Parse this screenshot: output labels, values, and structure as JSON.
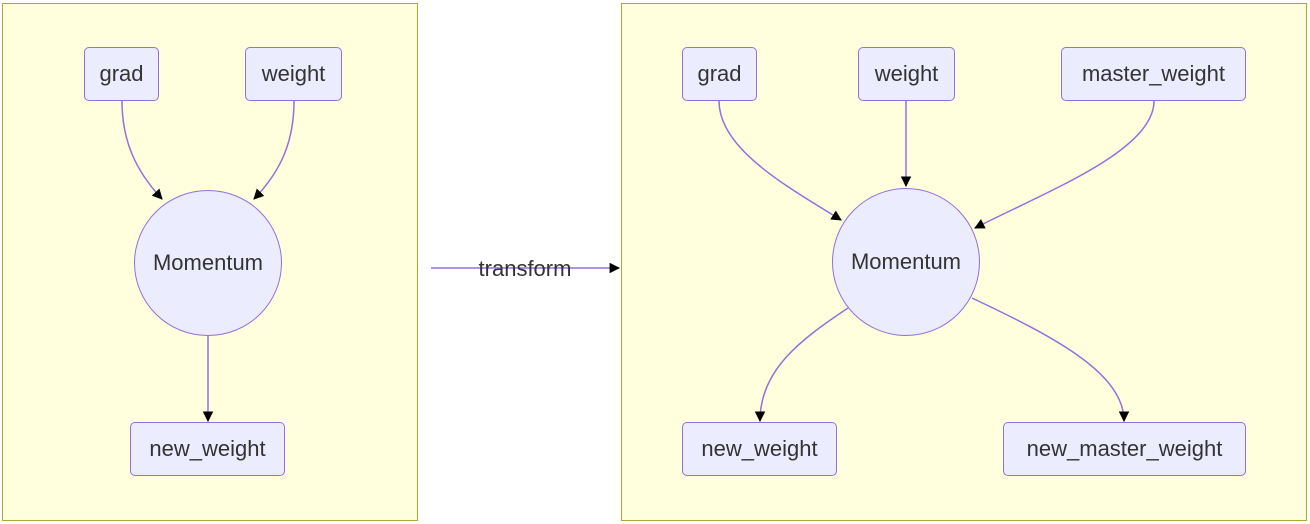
{
  "left_diagram": {
    "nodes": {
      "grad": "grad",
      "weight": "weight",
      "op": "Momentum",
      "new_weight": "new_weight"
    }
  },
  "right_diagram": {
    "nodes": {
      "grad": "grad",
      "weight": "weight",
      "master_weight": "master_weight",
      "op": "Momentum",
      "new_weight": "new_weight",
      "new_master_weight": "new_master_weight"
    }
  },
  "transition": {
    "label": "transform"
  },
  "colors": {
    "cluster_fill": "#ffffde",
    "cluster_border": "#aaaa33",
    "node_fill": "#ececff",
    "node_border": "#9370db",
    "edge": "#9370db",
    "text": "#333333"
  }
}
